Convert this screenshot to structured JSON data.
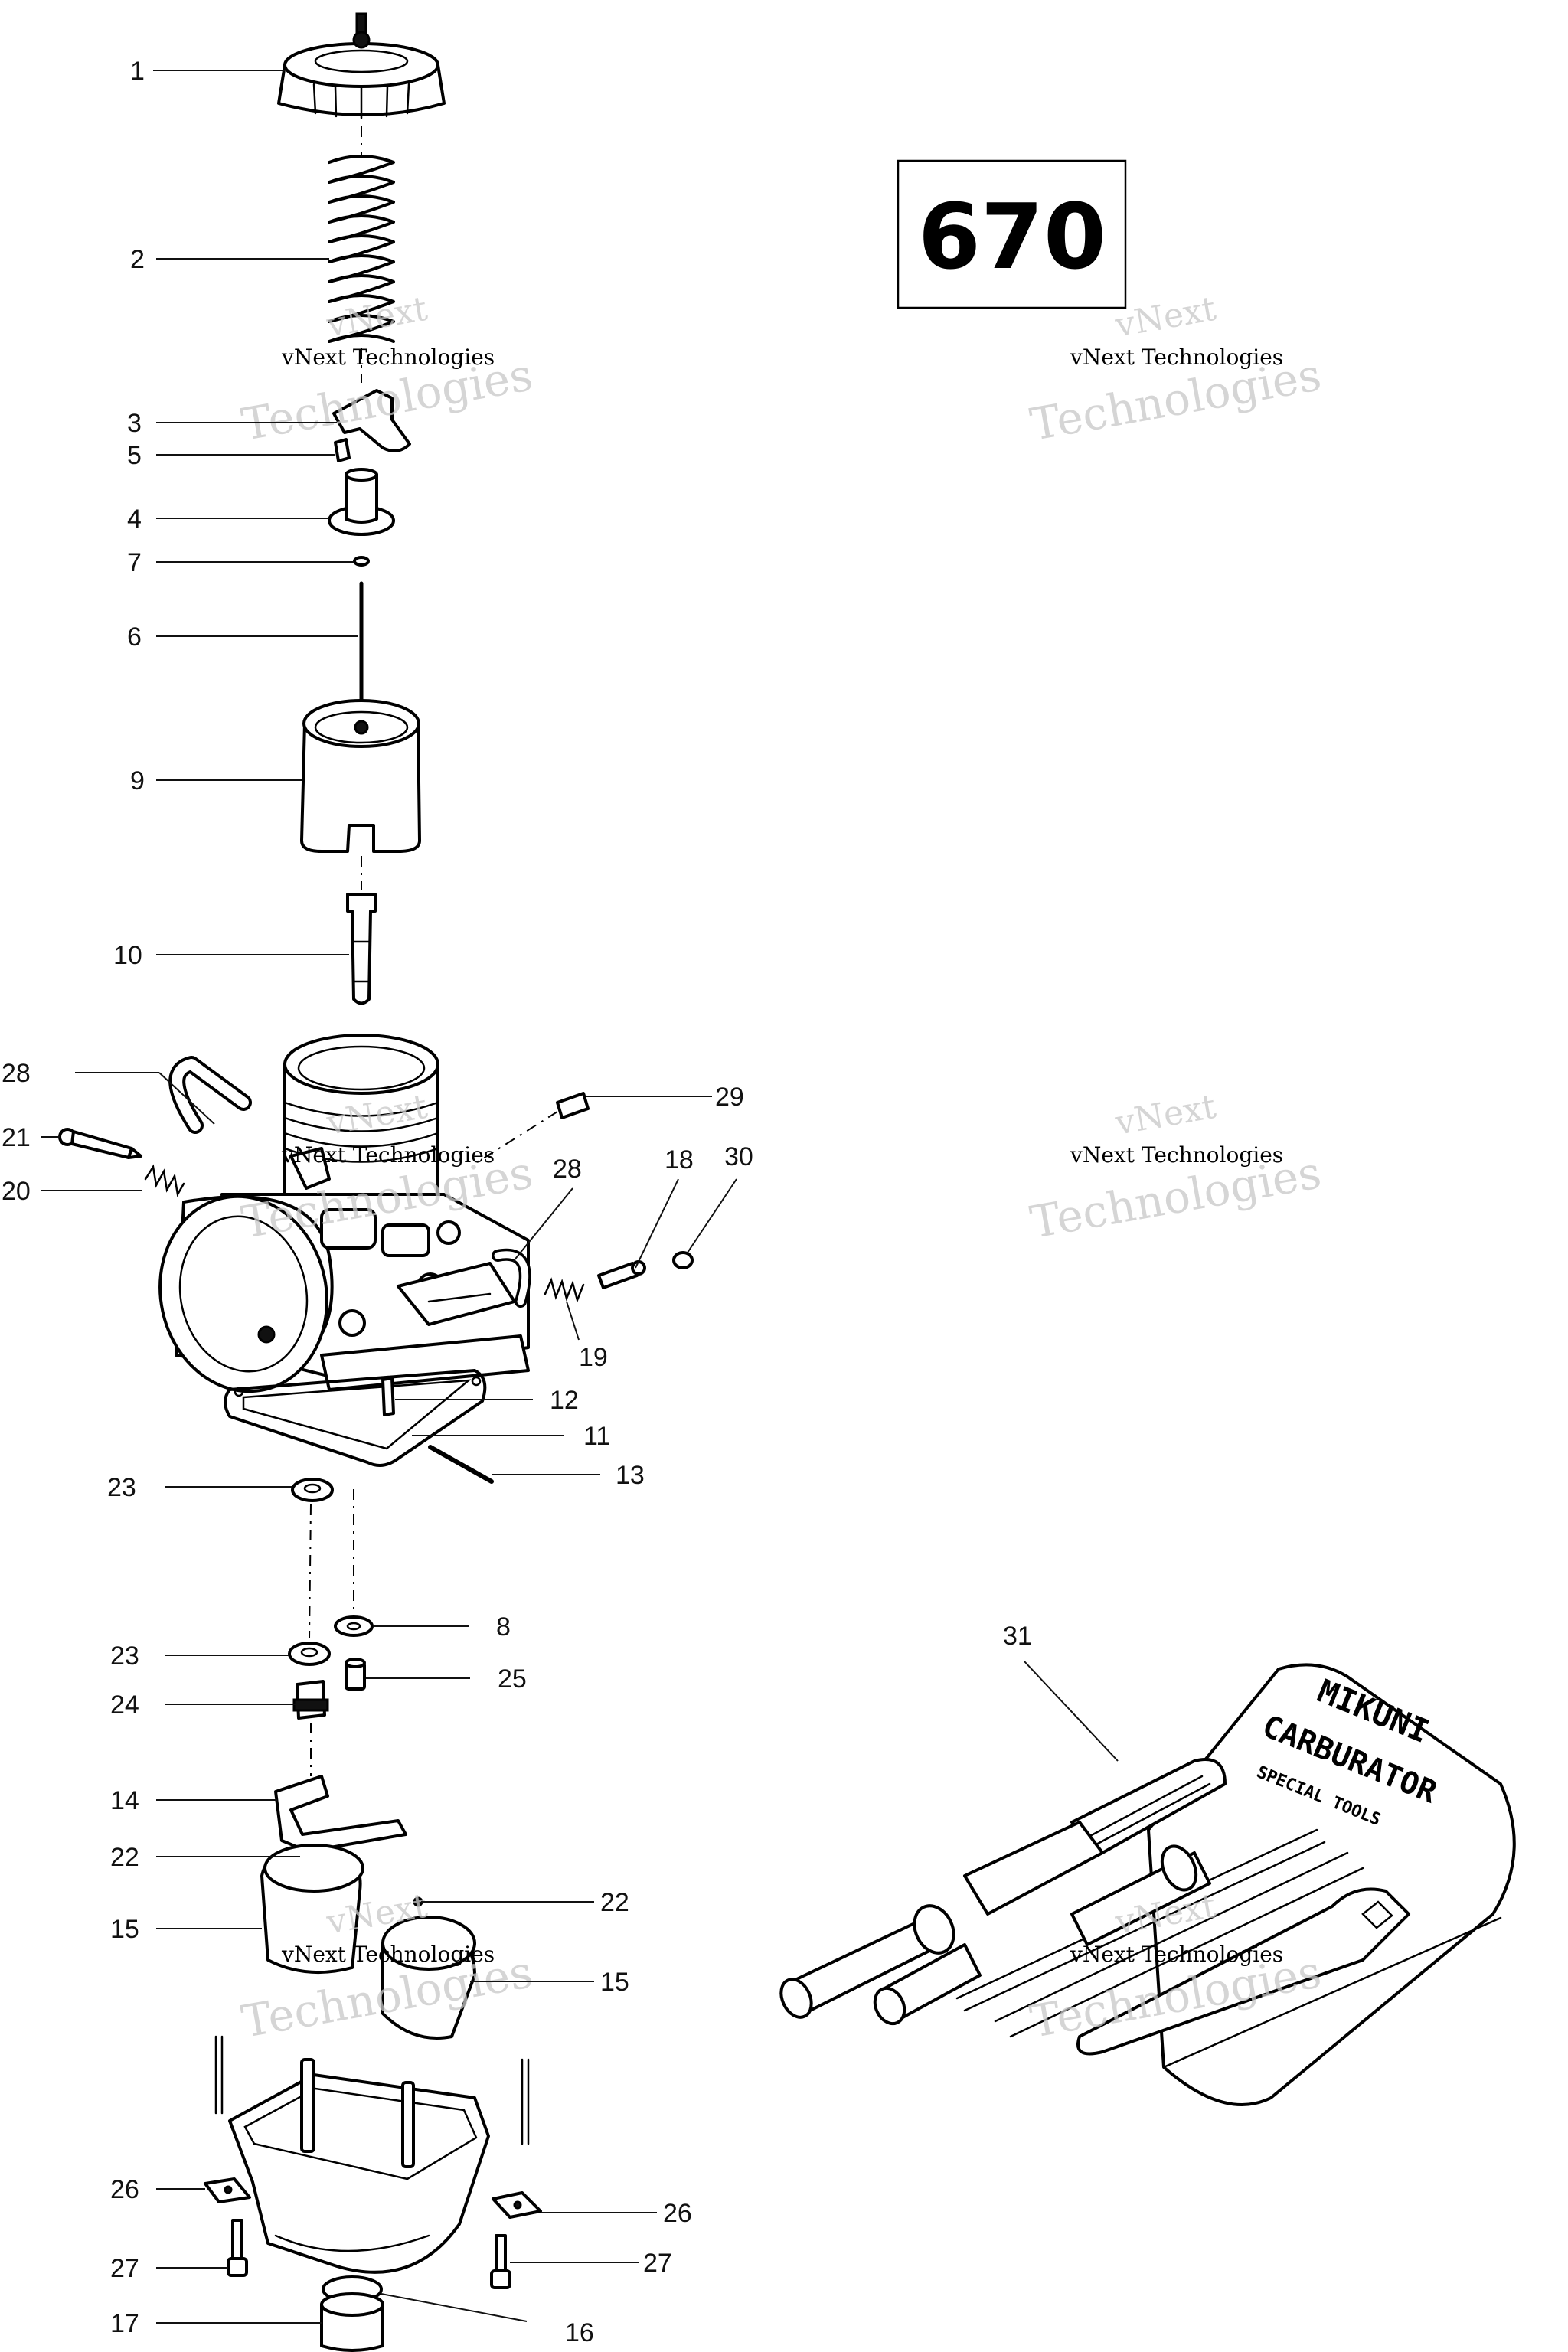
{
  "model_box": {
    "text": "670"
  },
  "watermark": {
    "line1": "vNext Technologies",
    "line2": "vNext",
    "line3": "Technologies"
  },
  "tool_kit": {
    "lines": [
      "MIKUNI",
      "CARBURATOR",
      "SPECIAL TOOLS"
    ]
  },
  "callouts": {
    "c1": "1",
    "c2": "2",
    "c3": "3",
    "c4": "4",
    "c5": "5",
    "c6": "6",
    "c7": "7",
    "c8": "8",
    "c9": "9",
    "c10": "10",
    "c11": "11",
    "c12": "12",
    "c13": "13",
    "c14": "14",
    "c15a": "15",
    "c15b": "15",
    "c16": "16",
    "c17": "17",
    "c18": "18",
    "c19": "19",
    "c20": "20",
    "c21": "21",
    "c22a": "22",
    "c22b": "22",
    "c23a": "23",
    "c23b": "23",
    "c24": "24",
    "c25": "25",
    "c26a": "26",
    "c26b": "26",
    "c27a": "27",
    "c27b": "27",
    "c28a": "28",
    "c28b": "28",
    "c29": "29",
    "c30": "30",
    "c31": "31"
  }
}
